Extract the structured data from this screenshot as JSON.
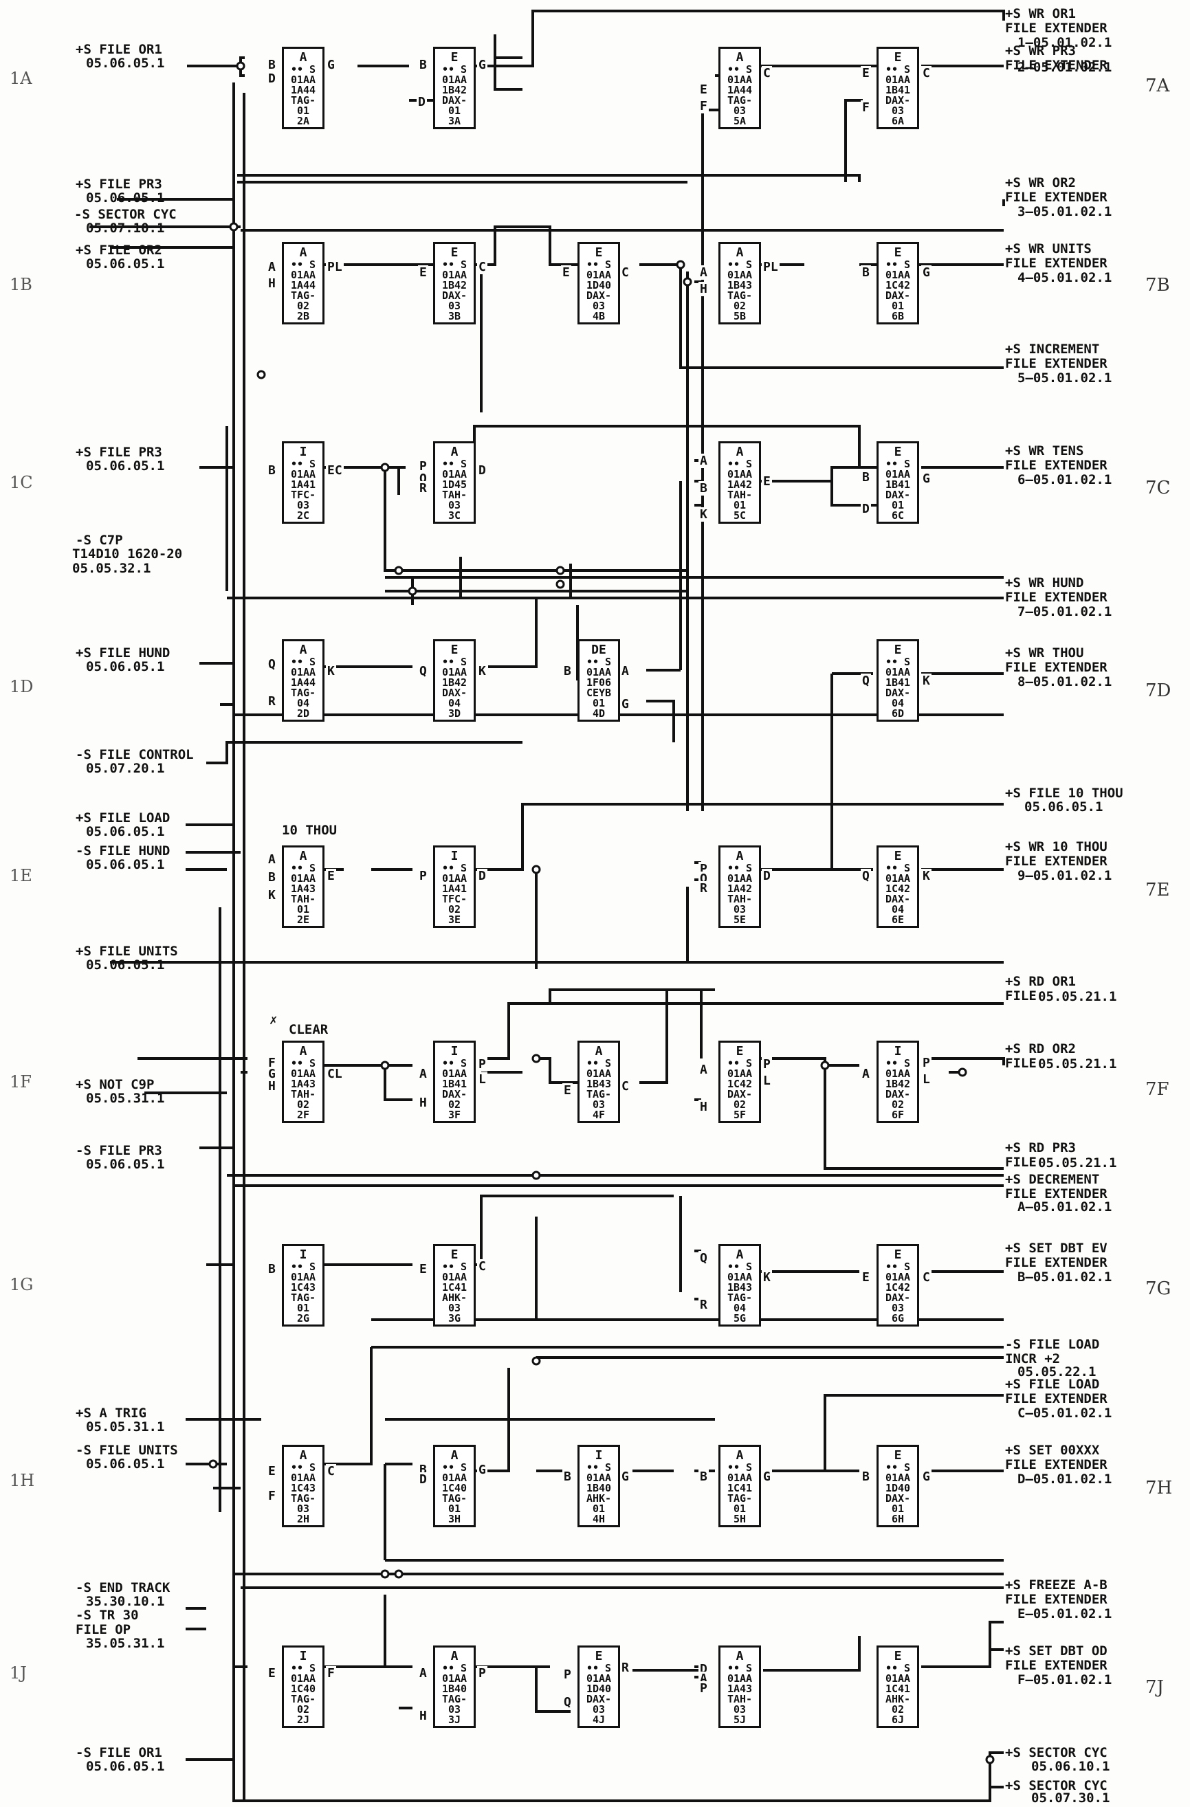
{
  "row_labels": [
    "1A",
    "1B",
    "1C",
    "1D",
    "1E",
    "1F",
    "1G",
    "1H",
    "1J"
  ],
  "right_row_labels": [
    "7A",
    "7B",
    "7C",
    "7D",
    "7E",
    "7F",
    "7G",
    "7H",
    "7J"
  ],
  "inputs": [
    {
      "name": "+S FILE OR1",
      "ref": "05.06.05.1"
    },
    {
      "name": "+S FILE PR3",
      "ref": "05.06.05.1"
    },
    {
      "name": "-S SECTOR CYC",
      "ref": "05.07.10.1"
    },
    {
      "name": "+S FILE OR2",
      "ref": "05.06.05.1"
    },
    {
      "name": "+S FILE PR3",
      "ref": "05.06.05.1"
    },
    {
      "name": "-S C7P",
      "ref": "T14D10 1620-20\n05.05.32.1"
    },
    {
      "name": "+S FILE HUND",
      "ref": "05.06.05.1"
    },
    {
      "name": "-S FILE CONTROL",
      "ref": "05.07.20.1"
    },
    {
      "name": "+S FILE LOAD",
      "ref": "05.06.05.1"
    },
    {
      "name": "-S FILE HUND",
      "ref": "05.06.05.1"
    },
    {
      "name": "+S FILE UNITS",
      "ref": "05.06.05.1"
    },
    {
      "name": "+S NOT C9P",
      "ref": "05.05.31.1"
    },
    {
      "name": "-S FILE PR3",
      "ref": "05.06.05.1"
    },
    {
      "name": "+S A TRIG",
      "ref": "05.05.31.1"
    },
    {
      "name": "-S FILE UNITS",
      "ref": "05.06.05.1"
    },
    {
      "name": "-S END TRACK",
      "ref": "35.30.10.1"
    },
    {
      "name": "-S TR 30\nFILE OP",
      "ref": "35.05.31.1"
    },
    {
      "name": "-S FILE OR1",
      "ref": "05.06.05.1"
    }
  ],
  "outputs": [
    {
      "name": "+S WR OR1\nFILE EXTENDER",
      "ref": "1—05.01.02.1"
    },
    {
      "name": "+S WR PR3\nFILE EXTENDER",
      "ref": "2—05.01.02.1"
    },
    {
      "name": "+S WR OR2\nFILE EXTENDER",
      "ref": "3—05.01.02.1"
    },
    {
      "name": "+S WR UNITS\nFILE EXTENDER",
      "ref": "4—05.01.02.1"
    },
    {
      "name": "+S INCREMENT\nFILE EXTENDER",
      "ref": "5—05.01.02.1"
    },
    {
      "name": "+S WR TENS\nFILE EXTENDER",
      "ref": "6—05.01.02.1"
    },
    {
      "name": "+S WR HUND\nFILE EXTENDER",
      "ref": "7—05.01.02.1"
    },
    {
      "name": "+S WR THOU\nFILE EXTENDER",
      "ref": "8—05.01.02.1"
    },
    {
      "name": "+S FILE 10 THOU",
      "ref": "05.06.05.1"
    },
    {
      "name": "+S WR 10 THOU\nFILE EXTENDER",
      "ref": "9—05.01.02.1"
    },
    {
      "name": "+S RD OR1\nFILE",
      "ref": "05.05.21.1"
    },
    {
      "name": "+S RD OR2\nFILE",
      "ref": "05.05.21.1"
    },
    {
      "name": "+S RD PR3\nFILE",
      "ref": "05.05.21.1"
    },
    {
      "name": "+S DECREMENT\nFILE EXTENDER",
      "ref": "A—05.01.02.1"
    },
    {
      "name": "+S SET DBT EV\nFILE EXTENDER",
      "ref": "B—05.01.02.1"
    },
    {
      "name": "-S FILE LOAD\nINCR +2",
      "ref": "05.05.22.1"
    },
    {
      "name": "+S FILE LOAD\nFILE EXTENDER",
      "ref": "C—05.01.02.1"
    },
    {
      "name": "+S SET 00XXX\nFILE EXTENDER",
      "ref": "D—05.01.02.1"
    },
    {
      "name": "+S FREEZE A-B\nFILE EXTENDER",
      "ref": "E—05.01.02.1"
    },
    {
      "name": "+S SET DBT OD\nFILE EXTENDER",
      "ref": "F—05.01.02.1"
    },
    {
      "name": "+S SECTOR CYC",
      "ref": "05.06.10.1"
    },
    {
      "name": "+S SECTOR CYC",
      "ref": "05.07.30.1"
    }
  ],
  "notes": [
    {
      "text": "10 THOU"
    },
    {
      "text": "CLEAR"
    }
  ],
  "blocks": [
    {
      "id": "2A",
      "type": "A",
      "card": "01AA",
      "part": "1A44",
      "lines": [
        "TAG-",
        "01"
      ]
    },
    {
      "id": "3A",
      "type": "E",
      "card": "01AA",
      "part": "1B42",
      "lines": [
        "DAX-",
        "01"
      ]
    },
    {
      "id": "5A",
      "type": "A",
      "card": "01AA",
      "part": "1A44",
      "lines": [
        "TAG-",
        "03"
      ]
    },
    {
      "id": "6A",
      "type": "E",
      "card": "01AA",
      "part": "1B41",
      "lines": [
        "DAX-",
        "03"
      ]
    },
    {
      "id": "2B",
      "type": "A",
      "card": "01AA",
      "part": "1A44",
      "lines": [
        "TAG-",
        "02"
      ]
    },
    {
      "id": "3B",
      "type": "E",
      "card": "01AA",
      "part": "1B42",
      "lines": [
        "DAX-",
        "03"
      ]
    },
    {
      "id": "4B",
      "type": "E",
      "card": "01AA",
      "part": "1D40",
      "lines": [
        "DAX-",
        "03"
      ]
    },
    {
      "id": "5B",
      "type": "A",
      "card": "01AA",
      "part": "1B43",
      "lines": [
        "TAG-",
        "02"
      ]
    },
    {
      "id": "6B",
      "type": "E",
      "card": "01AA",
      "part": "1C42",
      "lines": [
        "DAX-",
        "01"
      ]
    },
    {
      "id": "2C",
      "type": "I",
      "card": "01AA",
      "part": "1A41",
      "lines": [
        "TFC-",
        "03"
      ]
    },
    {
      "id": "3C",
      "type": "A",
      "card": "01AA",
      "part": "1D45",
      "lines": [
        "TAH-",
        "03"
      ]
    },
    {
      "id": "5C",
      "type": "A",
      "card": "01AA",
      "part": "1A42",
      "lines": [
        "TAH-",
        "01"
      ]
    },
    {
      "id": "6C",
      "type": "E",
      "card": "01AA",
      "part": "1B41",
      "lines": [
        "DAX-",
        "01"
      ]
    },
    {
      "id": "2D",
      "type": "A",
      "card": "01AA",
      "part": "1A44",
      "lines": [
        "TAG-",
        "04"
      ]
    },
    {
      "id": "3D",
      "type": "E",
      "card": "01AA",
      "part": "1B42",
      "lines": [
        "DAX-",
        "04"
      ]
    },
    {
      "id": "4D",
      "type": "DE",
      "card": "01AA",
      "part": "1F06",
      "lines": [
        "CEYB",
        "01"
      ]
    },
    {
      "id": "6D",
      "type": "E",
      "card": "01AA",
      "part": "1B41",
      "lines": [
        "DAX-",
        "04"
      ]
    },
    {
      "id": "2E",
      "type": "A",
      "card": "01AA",
      "part": "1A43",
      "lines": [
        "TAH-",
        "01"
      ]
    },
    {
      "id": "3E",
      "type": "I",
      "card": "01AA",
      "part": "1A41",
      "lines": [
        "TFC-",
        "02"
      ]
    },
    {
      "id": "5E",
      "type": "A",
      "card": "01AA",
      "part": "1A42",
      "lines": [
        "TAH-",
        "03"
      ]
    },
    {
      "id": "6E",
      "type": "E",
      "card": "01AA",
      "part": "1C42",
      "lines": [
        "DAX-",
        "04"
      ]
    },
    {
      "id": "2F",
      "type": "A",
      "card": "01AA",
      "part": "1A43",
      "lines": [
        "TAH-",
        "02"
      ]
    },
    {
      "id": "3F",
      "type": "I",
      "card": "01AA",
      "part": "1B41",
      "lines": [
        "DAX-",
        "02"
      ]
    },
    {
      "id": "4F",
      "type": "A",
      "card": "01AA",
      "part": "1B43",
      "lines": [
        "TAG-",
        "03"
      ]
    },
    {
      "id": "5F",
      "type": "E",
      "card": "01AA",
      "part": "1C42",
      "lines": [
        "DAX-",
        "02"
      ]
    },
    {
      "id": "6F",
      "type": "I",
      "card": "01AA",
      "part": "1B42",
      "lines": [
        "DAX-",
        "02"
      ]
    },
    {
      "id": "2G",
      "type": "I",
      "card": "01AA",
      "part": "1C43",
      "lines": [
        "TAG-",
        "01"
      ]
    },
    {
      "id": "3G",
      "type": "E",
      "card": "01AA",
      "part": "1C41",
      "lines": [
        "AHK-",
        "03"
      ]
    },
    {
      "id": "5G",
      "type": "A",
      "card": "01AA",
      "part": "1B43",
      "lines": [
        "TAG-",
        "04"
      ]
    },
    {
      "id": "6G",
      "type": "E",
      "card": "01AA",
      "part": "1C42",
      "lines": [
        "DAX-",
        "03"
      ]
    },
    {
      "id": "2H",
      "type": "A",
      "card": "01AA",
      "part": "1C43",
      "lines": [
        "TAG-",
        "03"
      ]
    },
    {
      "id": "3H",
      "type": "A",
      "card": "01AA",
      "part": "1C40",
      "lines": [
        "TAG-",
        "01"
      ]
    },
    {
      "id": "4H",
      "type": "I",
      "card": "01AA",
      "part": "1B40",
      "lines": [
        "AHK-",
        "01"
      ]
    },
    {
      "id": "5H",
      "type": "A",
      "card": "01AA",
      "part": "1C41",
      "lines": [
        "TAG-",
        "01"
      ]
    },
    {
      "id": "6H",
      "type": "E",
      "card": "01AA",
      "part": "1D40",
      "lines": [
        "DAX-",
        "01"
      ]
    },
    {
      "id": "2J",
      "type": "I",
      "card": "01AA",
      "part": "1C40",
      "lines": [
        "TAG-",
        "02"
      ]
    },
    {
      "id": "3J",
      "type": "A",
      "card": "01AA",
      "part": "1B40",
      "lines": [
        "TAG-",
        "03"
      ]
    },
    {
      "id": "4J",
      "type": "E",
      "card": "01AA",
      "part": "1D40",
      "lines": [
        "DAX-",
        "03"
      ]
    },
    {
      "id": "5J",
      "type": "A",
      "card": "01AA",
      "part": "1A43",
      "lines": [
        "TAH-",
        "03"
      ]
    },
    {
      "id": "6J",
      "type": "E",
      "card": "01AA",
      "part": "1C41",
      "lines": [
        "AHK-",
        "02"
      ]
    }
  ],
  "pins": [
    "B",
    "D",
    "G",
    "B",
    "D",
    "G",
    "E",
    "F",
    "C",
    "E",
    "F",
    "C",
    "A",
    "H",
    "PL",
    "E",
    "C",
    "E",
    "C",
    "A",
    "H",
    "PL",
    "B",
    "G",
    "B",
    "EC",
    "P",
    "Q",
    "R",
    "D",
    "A",
    "B",
    "K",
    "E",
    "B",
    "D",
    "G",
    "Q",
    "R",
    "K",
    "Q",
    "K",
    "B",
    "A",
    "G",
    "Q",
    "K",
    "A",
    "B",
    "K",
    "E",
    "P",
    "D",
    "P",
    "Q",
    "R",
    "D",
    "Q",
    "K",
    "F",
    "G",
    "H",
    "CL",
    "A",
    "H",
    "P",
    "L",
    "E",
    "C",
    "A",
    "H",
    "P",
    "L",
    "A",
    "P",
    "L",
    "B",
    "E",
    "C",
    "Q",
    "R",
    "K",
    "E",
    "C",
    "E",
    "F",
    "C",
    "B",
    "D",
    "G",
    "B",
    "G",
    "B",
    "G",
    "B",
    "G",
    "E",
    "F",
    "A",
    "H",
    "P",
    "P",
    "Q",
    "R",
    "D",
    "A",
    "P"
  ]
}
